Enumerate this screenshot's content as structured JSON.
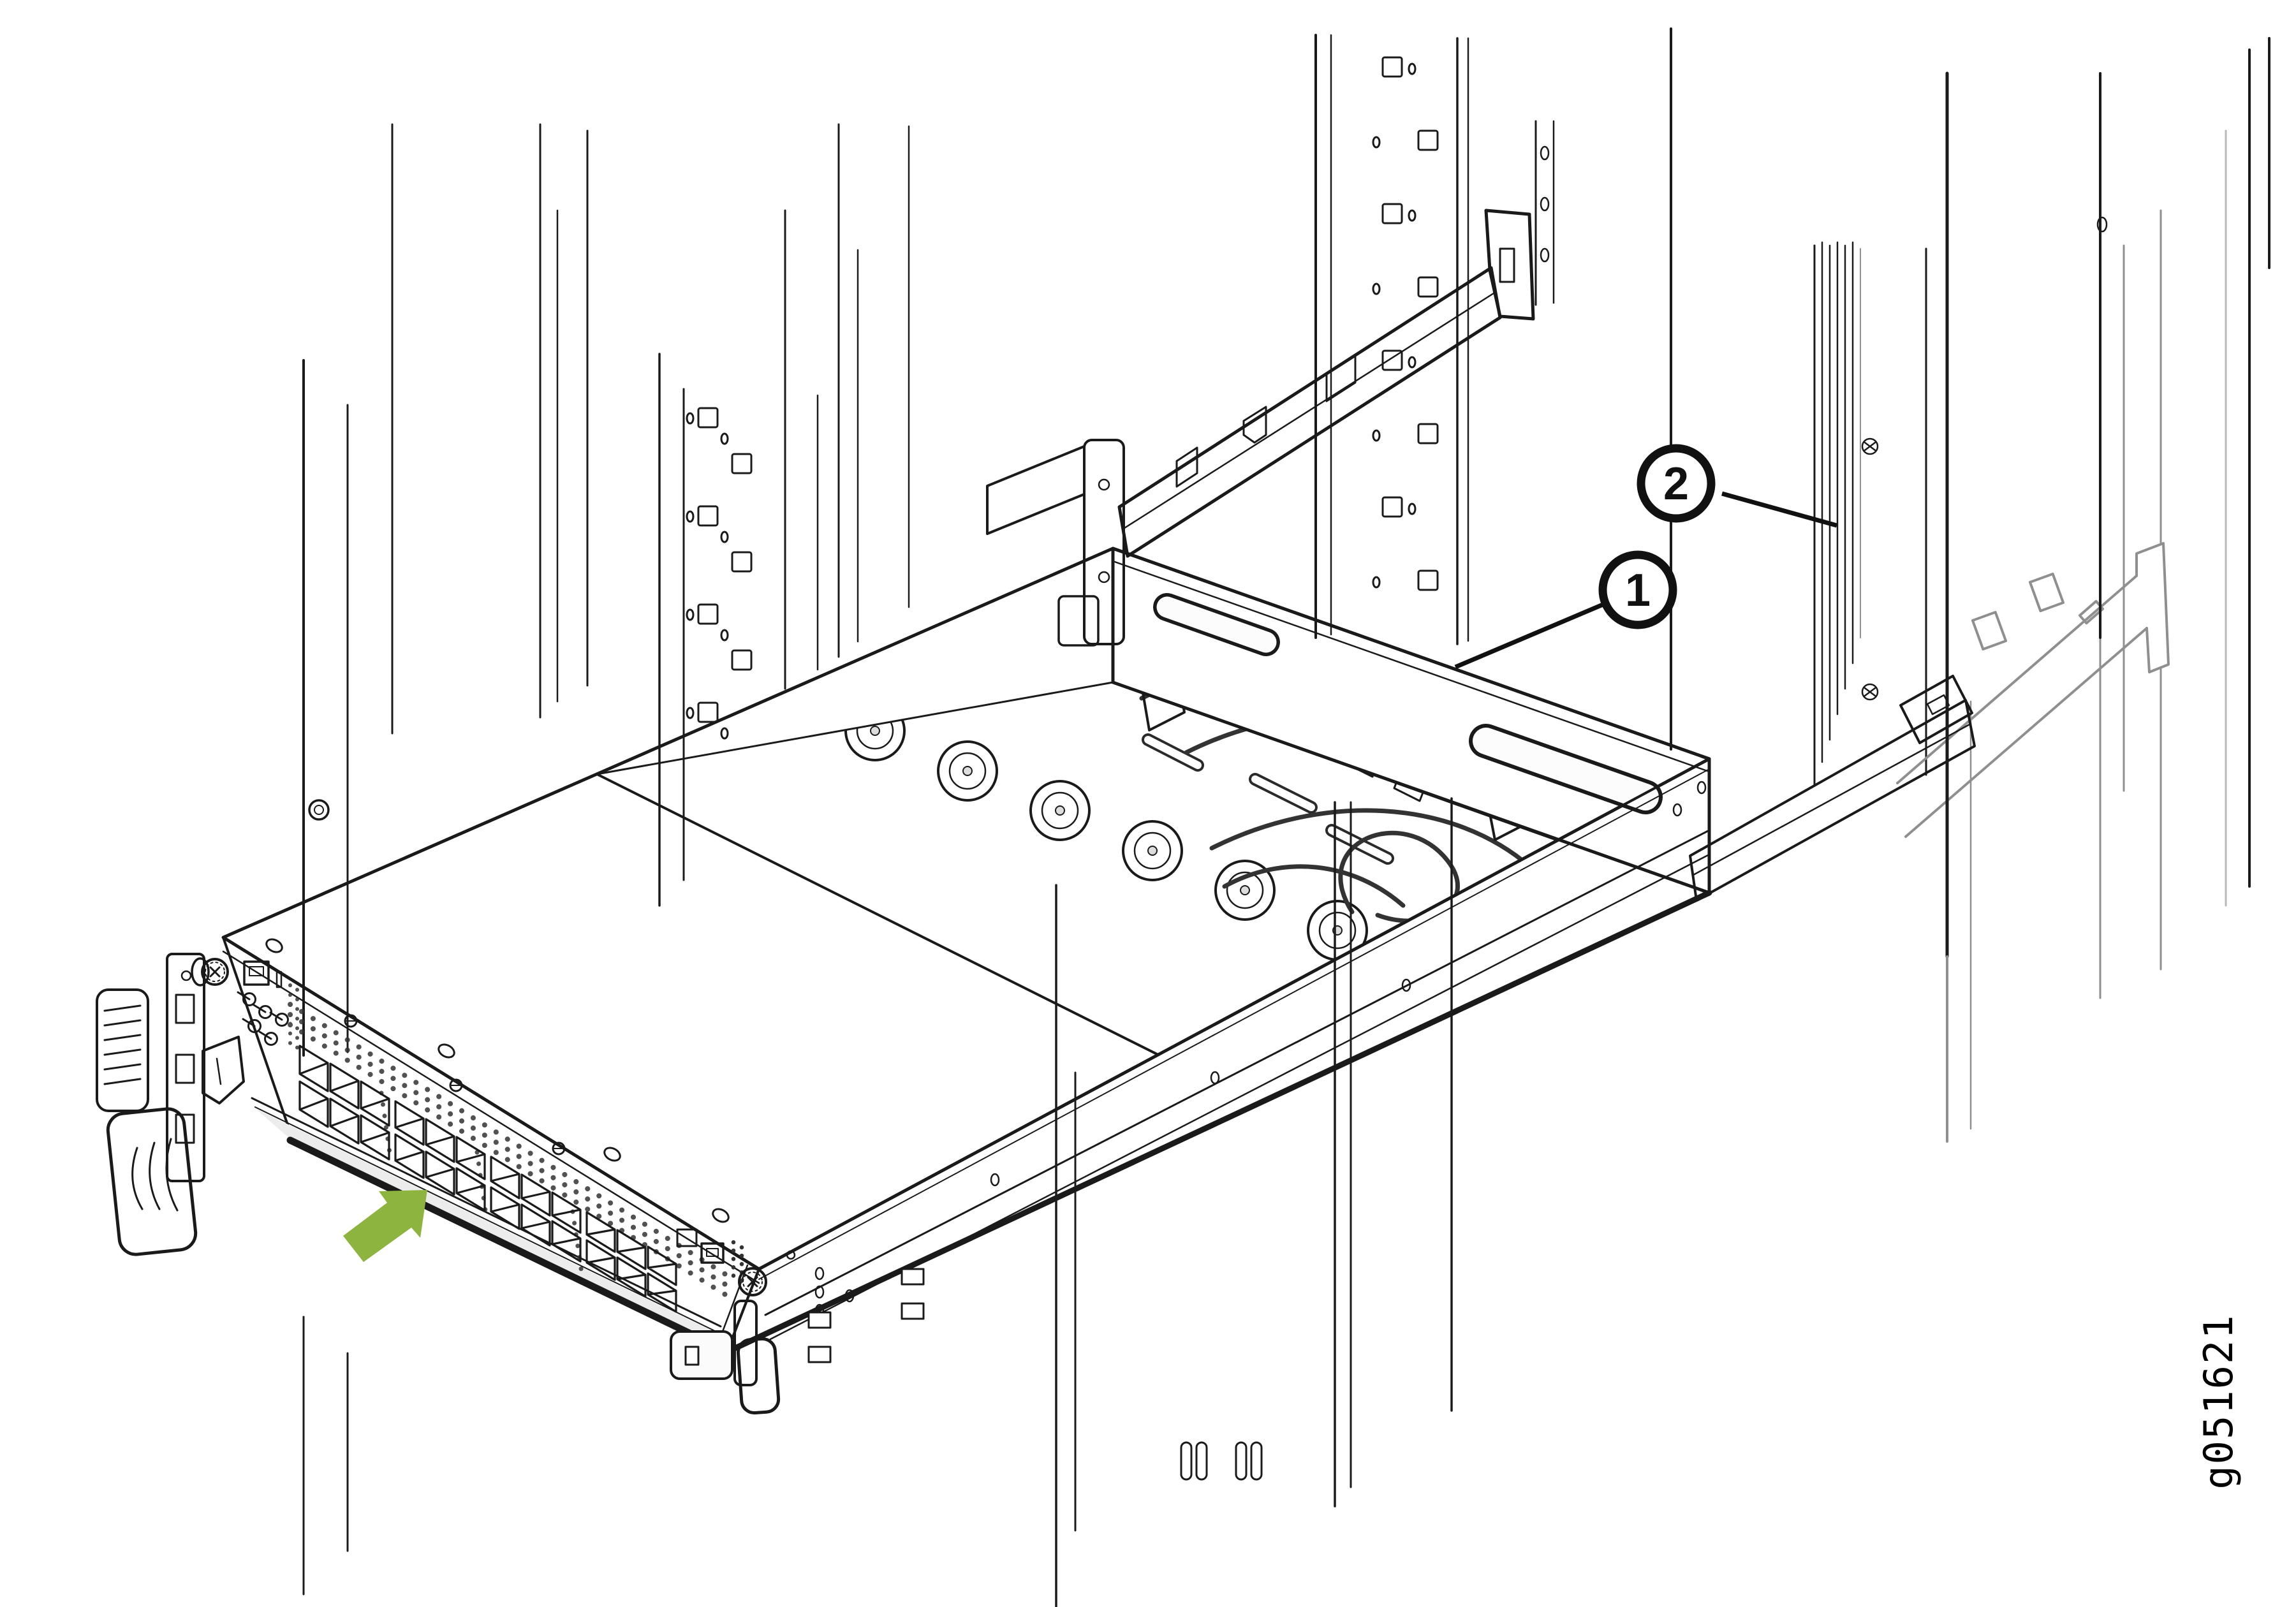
{
  "figure": {
    "id_label": "g051621"
  },
  "callouts": [
    {
      "number": "1"
    },
    {
      "number": "2"
    }
  ],
  "arrow": {
    "name": "insertion-direction-arrow",
    "color": "#8CB43E"
  },
  "palette": {
    "background": "#ffffff",
    "line_dark": "#1a1a1a",
    "line_gray": "#8f8f8f",
    "chassis_fill": "#fafafa",
    "panel_fill": "#fcfcfc",
    "band_fill": "#ececec"
  }
}
